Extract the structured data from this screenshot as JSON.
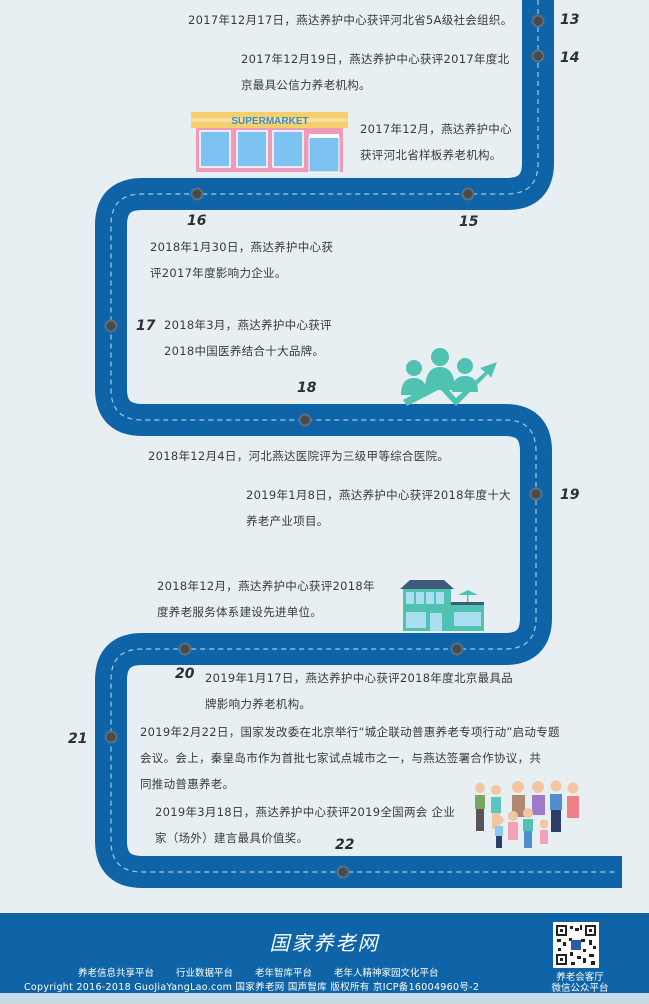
{
  "timeline": {
    "road_color": "#0e64a6",
    "node_color": "#4a4a4a",
    "milestones": [
      {
        "num": "13",
        "text_lines": [
          "2017年12月17日，燕达养护中心获评河北省5A级社会组织。"
        ]
      },
      {
        "num": "14",
        "text_lines": [
          "2017年12月19日，燕达养护中心获评2017年度北",
          "京最具公信力养老机构。"
        ]
      },
      {
        "num": "15",
        "text_lines": [
          "2017年12月，燕达养护中心",
          "获评河北省样板养老机构。"
        ]
      },
      {
        "num": "16",
        "text_lines": [
          "2018年1月30日，燕达养护中心获",
          "评2017年度影响力企业。"
        ]
      },
      {
        "num": "17",
        "text_lines": [
          "2018年3月，燕达养护中心获评",
          "2018中国医养结合十大品牌。"
        ]
      },
      {
        "num": "18",
        "text_lines": [
          "2018年12月4日，河北燕达医院评为三级甲等综合医院。"
        ]
      },
      {
        "num": "19",
        "text_lines": [
          "2019年1月8日，燕达养护中心获评2018年度十大",
          "养老产业项目。"
        ]
      },
      {
        "num": "20",
        "text_lines": [
          "2018年12月，燕达养护中心获评2018年",
          "度养老服务体系建设先进单位。"
        ]
      },
      {
        "num": "20b",
        "text_lines": [
          "2019年1月17日，燕达养护中心获评2018年度北京最具品",
          "牌影响力养老机构。"
        ]
      },
      {
        "num": "21",
        "text_lines": [
          "2019年2月22日，国家发改委在北京举行“城企联动普惠养老专项行动”启动专题",
          "会议。会上，秦皇岛市作为首批七家试点城市之一，与燕达签署合作协议，共",
          "同推动普惠养老。"
        ]
      },
      {
        "num": "22",
        "text_lines": [
          "2019年3月18日，燕达养护中心获评2019全国两会 企业",
          "家（场外）建言最具价值奖。"
        ]
      }
    ],
    "labels": {
      "n13": "13",
      "n14": "14",
      "n15": "15",
      "n16": "16",
      "n17": "17",
      "n18": "18",
      "n19": "19",
      "n20": "20",
      "n21": "21",
      "n22": "22"
    },
    "illustrations": {
      "supermarket_sign": "SUPERMARKET"
    }
  },
  "footer": {
    "logo": "国家养老网",
    "links": [
      "养老信息共享平台",
      "行业数据平台",
      "老年智库平台",
      "老年人精神家园文化平台"
    ],
    "copyright": "Copyright  2016-2018 GuoJiaYangLao.com 国家养老网 国声智库 版权所有 京ICP备16004960号-2",
    "qr_caption_1": "养老会客厅",
    "qr_caption_2": "微信公众平台"
  }
}
